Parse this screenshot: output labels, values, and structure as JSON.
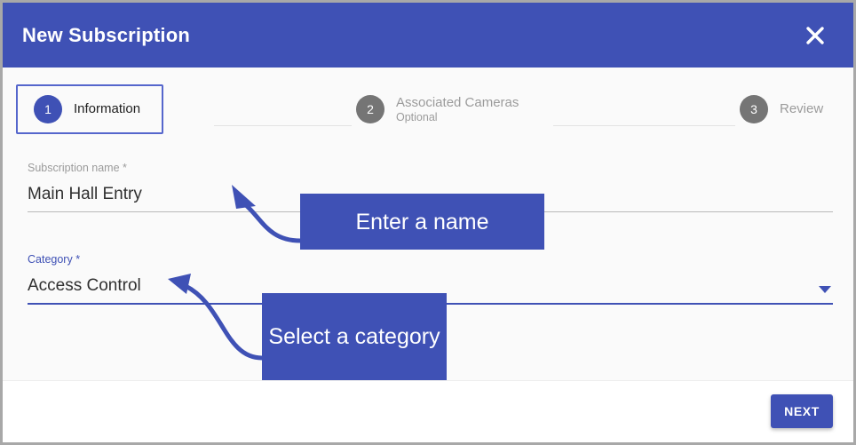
{
  "header": {
    "title": "New Subscription",
    "close_icon": "close-icon"
  },
  "stepper": {
    "steps": [
      {
        "number": "1",
        "label": "Information",
        "sub": "",
        "state": "active"
      },
      {
        "number": "2",
        "label": "Associated Cameras",
        "sub": "Optional",
        "state": "inactive"
      },
      {
        "number": "3",
        "label": "Review",
        "sub": "",
        "state": "inactive"
      }
    ]
  },
  "form": {
    "fields": [
      {
        "label": "Subscription name *",
        "value": "Main Hall Entry",
        "type": "text",
        "focused": false
      },
      {
        "label": "Category *",
        "value": "Access Control",
        "type": "select",
        "focused": true,
        "arrow_icon": "chevron-down-icon"
      }
    ]
  },
  "footer": {
    "next_label": "NEXT"
  },
  "annotations": [
    {
      "text": "Enter a name",
      "target": "subscription-name-field"
    },
    {
      "text": "Select a category",
      "target": "category-field"
    }
  ],
  "colors": {
    "accent": "#3f51b5",
    "body_background": "#fafafa",
    "footer_background": "#ffffff",
    "inactive_step": "#757575",
    "muted_text": "#9b9b9b",
    "value_text": "#303030"
  }
}
